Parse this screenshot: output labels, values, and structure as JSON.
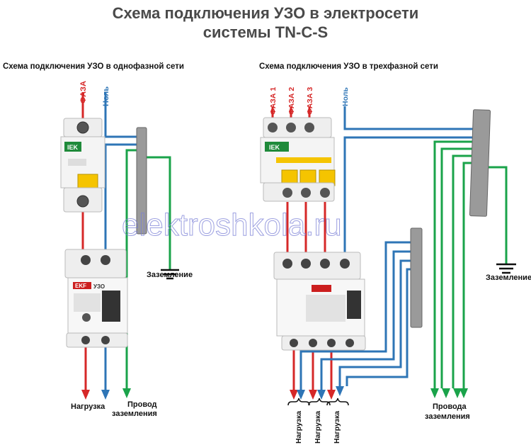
{
  "title_line1": "Схема подключения УЗО в электросети",
  "title_line2": "системы TN-C-S",
  "left": {
    "subtitle": "Схема подключения УЗО в однофазной сети",
    "phase": "ФАЗА",
    "neutral": "Ноль",
    "breaker_brand": "IEK",
    "rcd_brand": "EKF",
    "rcd_label": "УЗО",
    "ground": "Заземление",
    "load": "Нагрузка",
    "ground_wire_1": "Провод",
    "ground_wire_2": "заземления"
  },
  "right": {
    "subtitle": "Схема подключения УЗО в трехфазной сети",
    "phase1": "ФАЗА 1",
    "phase2": "ФАЗА 2",
    "phase3": "ФАЗА 3",
    "neutral": "Ноль",
    "breaker_brand": "IEK",
    "ground": "Заземление",
    "load1": "Нагрузка",
    "load2": "Нагрузка",
    "load3": "Нагрузка",
    "ground_wires_1": "Провода",
    "ground_wires_2": "заземления"
  },
  "watermark": "elektroshkola.ru",
  "colors": {
    "phase": "#d62828",
    "neutral": "#2e75b6",
    "ground": "#1aa34a"
  }
}
